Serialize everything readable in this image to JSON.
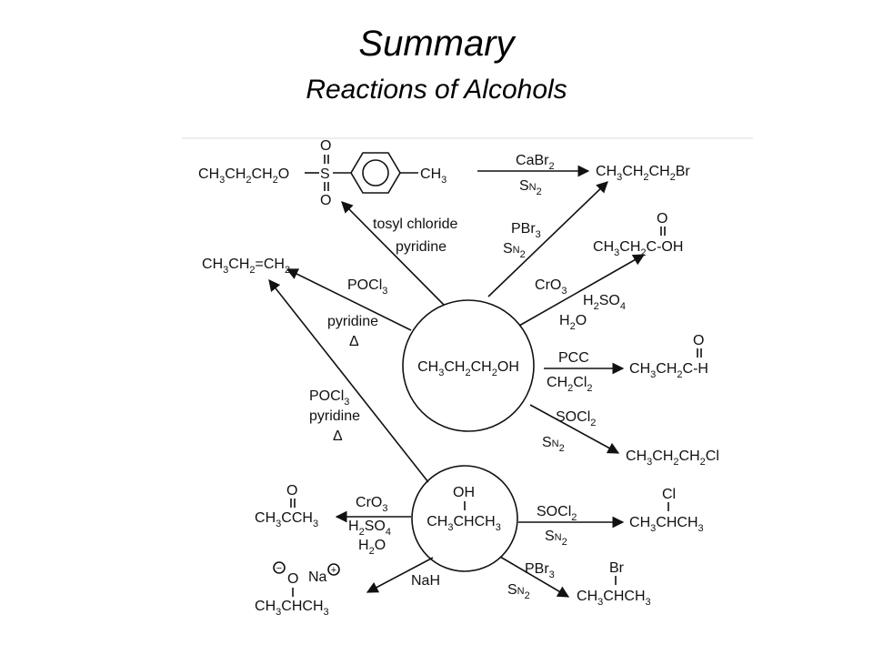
{
  "title": "Summary",
  "subtitle": "Reactions of Alcohols",
  "reactants": {
    "propanol": "CH3CH2CH2OH",
    "isopropanol_oh": "OH",
    "isopropanol_chain": "CH3CHCH3"
  },
  "products": {
    "tosylate_chain": "CH3CH2CH2O",
    "tosylate_s": "S",
    "tosylate_o": "O",
    "tosylate_methyl": "CH3",
    "bromide": "CH3CH2CH2Br",
    "alkene": "CH3CH2=CH2",
    "acid_o": "O",
    "acid": "CH3CH2C-OH",
    "aldehyde_o": "O",
    "aldehyde": "CH3CH2C-H",
    "chloride": "CH3CH2CH2Cl",
    "ketone_o": "O",
    "ketone": "CH3CCH3",
    "iso_chloride_cl": "Cl",
    "iso_chloride_chain": "CH3CHCH3",
    "iso_bromide_br": "Br",
    "iso_bromide_chain": "CH3CHCH3",
    "alkoxide_o": "O",
    "alkoxide_na": "Na",
    "alkoxide_chain": "CH3CHCH3"
  },
  "reagents": {
    "cabr2": "CaBr2",
    "sn2_a": "SN2",
    "tosyl_1": "tosyl chloride",
    "tosyl_2": "pyridine",
    "pbr3_a": "PBr3",
    "sn2_b": "SN2",
    "cro3_a": "CrO3",
    "h2so4_a": "H2SO4",
    "h2o_a": "H2O",
    "pocl3_a": "POCl3",
    "pyridine_a": "pyridine",
    "delta_a": "Δ",
    "pcc": "PCC",
    "ch2cl2": "CH2Cl2",
    "socl2_a": "SOCl2",
    "sn2_c": "SN2",
    "pocl3_b": "POCl3",
    "pyridine_b": "pyridine",
    "delta_b": "Δ",
    "cro3_b": "CrO3",
    "h2so4_b": "H2SO4",
    "h2o_b": "H2O",
    "socl2_b": "SOCl2",
    "sn2_d": "SN2",
    "nah": "NaH",
    "pbr3_b": "PBr3",
    "sn2_e": "SN2"
  },
  "symbols": {
    "minus": "−",
    "plus": "+"
  }
}
